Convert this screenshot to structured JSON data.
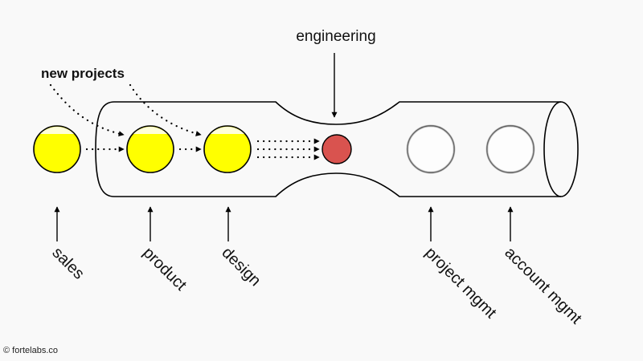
{
  "diagram": {
    "annotations": {
      "new_projects": "new projects",
      "engineering": "engineering"
    },
    "stages": [
      {
        "id": "sales",
        "label": "sales",
        "state": "active",
        "color": "#ffff00"
      },
      {
        "id": "product",
        "label": "product",
        "state": "active",
        "color": "#ffff00"
      },
      {
        "id": "design",
        "label": "design",
        "state": "active",
        "color": "#ffff00"
      },
      {
        "id": "engineering",
        "label": "engineering",
        "state": "bottleneck",
        "color": "#d9534f"
      },
      {
        "id": "project-mgmt",
        "label": "project mgmt",
        "state": "empty",
        "color": "#ffffff"
      },
      {
        "id": "account-mgmt",
        "label": "account mgmt",
        "state": "empty",
        "color": "#ffffff"
      }
    ],
    "flows": [
      {
        "from": "sales",
        "to": "product",
        "style": "dotted"
      },
      {
        "from": "product",
        "to": "design",
        "style": "dotted"
      },
      {
        "from": "design",
        "to": "engineering",
        "style": "dotted",
        "count": 3
      },
      {
        "from": "new projects",
        "to": "product",
        "style": "dotted-curve"
      },
      {
        "from": "new projects",
        "to": "design",
        "style": "dotted-curve"
      }
    ]
  },
  "footer": {
    "copyright": "© fortelabs.co"
  }
}
